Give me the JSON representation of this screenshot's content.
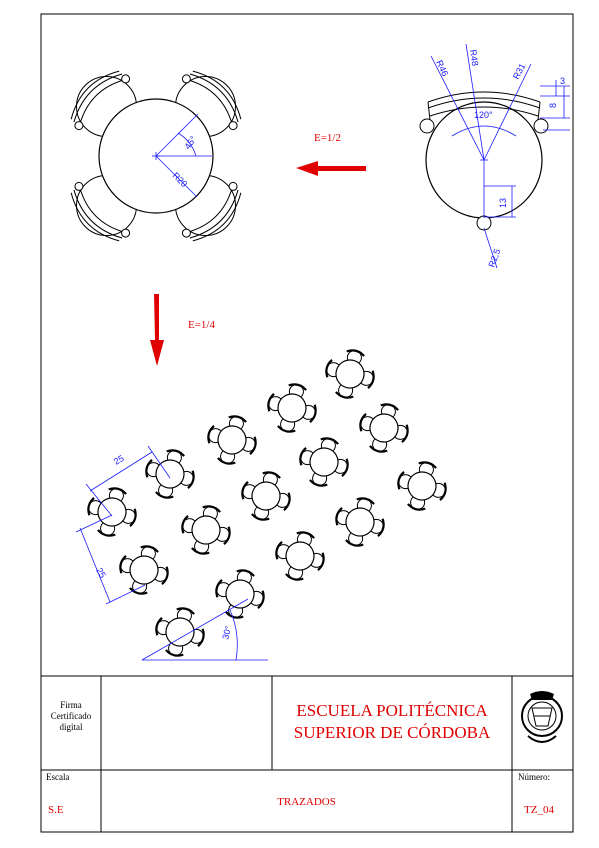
{
  "top_left": {
    "dims": {
      "angle": "45°",
      "radius": "R20"
    }
  },
  "top_right": {
    "dims": {
      "r1": "R46",
      "r2": "R48",
      "r3": "R31",
      "d3": "3",
      "d8": "8",
      "angle": "120°",
      "d13": "13",
      "r25": "R2,5"
    }
  },
  "scale_half": "E=1/2",
  "scale_quarter": "E=1/4",
  "layout_dims": {
    "w1": "25",
    "w2": "25",
    "angle": "30°"
  },
  "title_block": {
    "firma_lines": [
      "Firma",
      "Certificado",
      "digital"
    ],
    "school_line1": "ESCUELA POLITÉCNICA",
    "school_line2": "SUPERIOR DE CÓRDOBA",
    "escala_label": "Escala",
    "escala_value": "S.E",
    "title": "TRAZADOS",
    "numero_label": "Número:",
    "numero_value": "TZ_04"
  },
  "colors": {
    "red": "#e00000",
    "blue": "#1a1aff",
    "black": "#000000"
  }
}
